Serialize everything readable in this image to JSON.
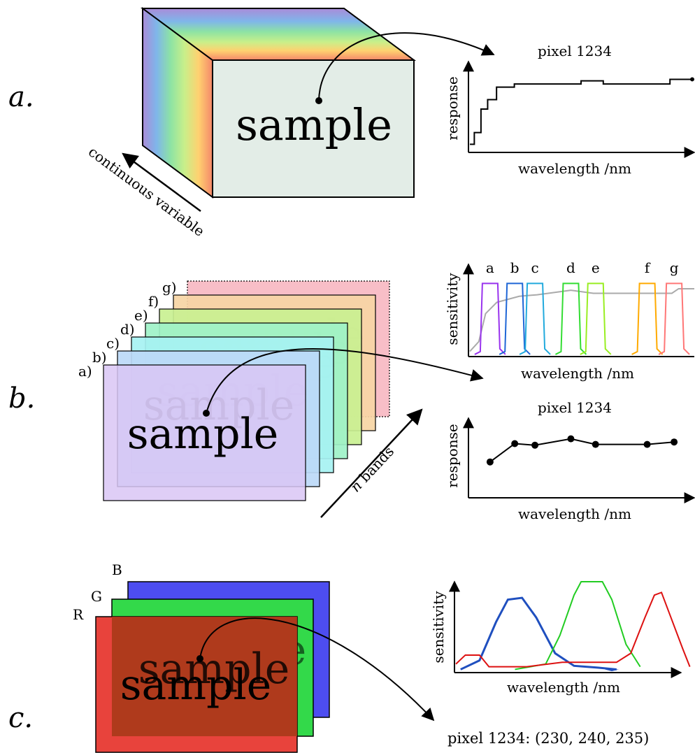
{
  "panel_a": {
    "label": "a.",
    "sample_text": "sample",
    "axis_arrow_label": "continuous variable",
    "plot_title": "pixel 1234",
    "ylabel": "response",
    "xlabel": "wavelength /nm"
  },
  "panel_b": {
    "label": "b.",
    "sample_text": "sample",
    "band_letters": [
      "a)",
      "b)",
      "c)",
      "d)",
      "e)",
      "f)",
      "g)"
    ],
    "band_colors": [
      "#d9c6f5",
      "#bcd9f7",
      "#a6f2f2",
      "#9ef2c8",
      "#c9f091",
      "#f6d5a4",
      "#f7b8c2"
    ],
    "bands_label_n": "n",
    "bands_label_rest": " bands",
    "sensitivity_plot": {
      "ylabel": "sensitivity",
      "xlabel": "wavelength /nm",
      "filter_labels": [
        "a",
        "b",
        "c",
        "d",
        "e",
        "f",
        "g"
      ],
      "filter_colors": [
        "#9933ee",
        "#1f66d6",
        "#22aadd",
        "#33dd33",
        "#99ee22",
        "#ffaa00",
        "#ff7777"
      ],
      "reference_color": "#aaaaaa"
    },
    "response_plot": {
      "title": "pixel 1234",
      "ylabel": "response",
      "xlabel": "wavelength /nm"
    }
  },
  "panel_c": {
    "label": "c.",
    "sample_text": "sample",
    "channel_labels": [
      "R",
      "G",
      "B"
    ],
    "channel_colors": [
      "#e8433c",
      "#33d94a",
      "#4d4df0"
    ],
    "plot": {
      "ylabel": "sensitivity",
      "xlabel": "wavelength /nm",
      "curve_colors": [
        "#1f4fbf",
        "#22cc22",
        "#dd1111"
      ]
    },
    "pixel_readout": "pixel 1234: (230, 240, 235)"
  },
  "chart_data": [
    {
      "type": "line",
      "title": "pixel 1234",
      "xlabel": "wavelength /nm",
      "ylabel": "response",
      "series": [
        {
          "x": [
            0,
            0.02,
            0.05,
            0.08,
            0.12,
            0.2,
            0.4,
            0.5,
            0.6,
            0.8,
            0.9,
            1.0
          ],
          "values": [
            0.05,
            0.2,
            0.5,
            0.62,
            0.78,
            0.82,
            0.82,
            0.86,
            0.82,
            0.82,
            0.88,
            0.88
          ]
        }
      ]
    },
    {
      "type": "line",
      "xlabel": "wavelength /nm",
      "ylabel": "sensitivity",
      "series": [
        {
          "name": "a",
          "center": 0.09,
          "peak": 0.95
        },
        {
          "name": "b",
          "center": 0.2,
          "peak": 0.95
        },
        {
          "name": "c",
          "center": 0.29,
          "peak": 0.95
        },
        {
          "name": "d",
          "center": 0.45,
          "peak": 0.95
        },
        {
          "name": "e",
          "center": 0.56,
          "peak": 0.95
        },
        {
          "name": "f",
          "center": 0.79,
          "peak": 0.95
        },
        {
          "name": "g",
          "center": 0.91,
          "peak": 0.95
        }
      ]
    },
    {
      "type": "line",
      "title": "pixel 1234",
      "xlabel": "wavelength /nm",
      "ylabel": "response",
      "series": [
        {
          "x": [
            0.09,
            0.2,
            0.29,
            0.45,
            0.56,
            0.79,
            0.91
          ],
          "values": [
            0.45,
            0.68,
            0.66,
            0.74,
            0.67,
            0.67,
            0.7
          ]
        }
      ]
    },
    {
      "type": "line",
      "xlabel": "wavelength /nm",
      "ylabel": "sensitivity",
      "series": [
        {
          "name": "B",
          "center": 0.25,
          "peak": 0.82
        },
        {
          "name": "G",
          "center": 0.57,
          "peak": 1.0
        },
        {
          "name": "R",
          "center": 0.87,
          "peak": 0.88
        }
      ]
    }
  ]
}
